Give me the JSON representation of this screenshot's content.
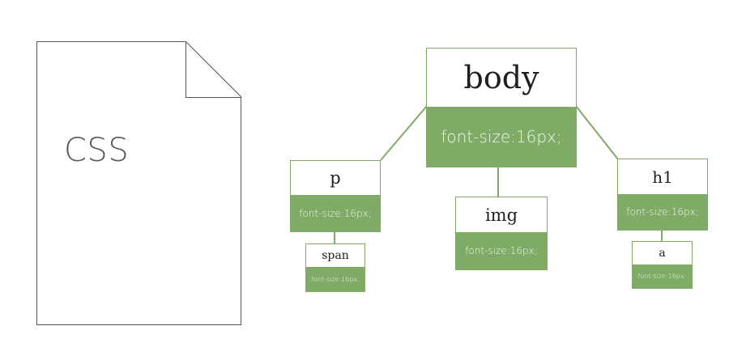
{
  "document": {
    "label": "CSS"
  },
  "tree": {
    "body": {
      "tag": "body",
      "rule": "font-size:16px;"
    },
    "p": {
      "tag": "p",
      "rule": "font-size:16px;"
    },
    "img": {
      "tag": "img",
      "rule": "font-size:16px;"
    },
    "h1": {
      "tag": "h1",
      "rule": "font-size:16px;"
    },
    "span": {
      "tag": "span",
      "rule": "font-size:16px;"
    },
    "a": {
      "tag": "a",
      "rule": "font-size:16px;"
    }
  },
  "colors": {
    "accent": "#7fab67",
    "stroke": "#555555",
    "text": "#1f1f1f"
  }
}
